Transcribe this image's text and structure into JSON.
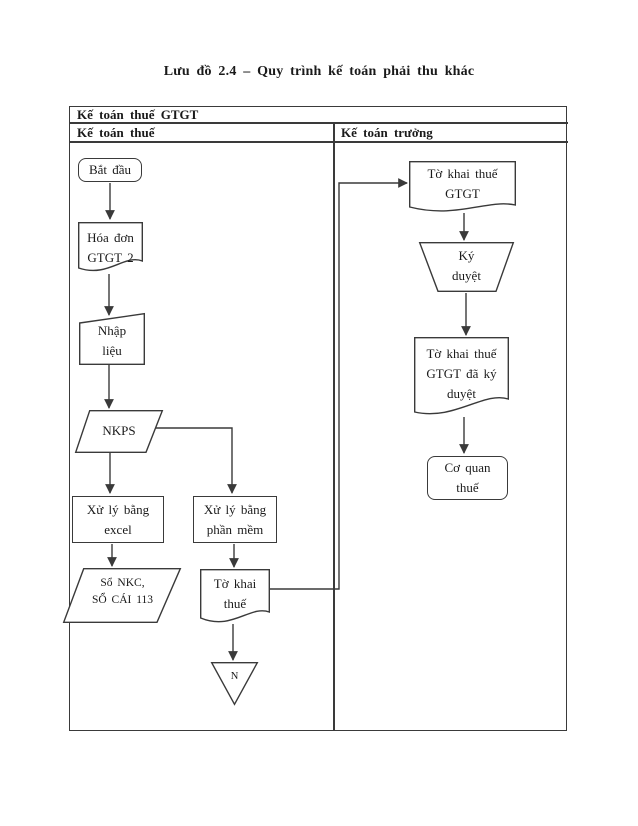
{
  "title": "Lưu đồ 2.4 – Quy trình kế toán phải thu khác",
  "table": {
    "header": "Kế toán thuế GTGT",
    "col_left": "Kế toán thuế",
    "col_right": "Kế toán trưởng"
  },
  "nodes": {
    "start": {
      "l1": "Bắt đầu"
    },
    "invoice": {
      "l1": "Hóa đơn",
      "l2": "GTGT 2"
    },
    "input": {
      "l1": "Nhập",
      "l2": "liệu"
    },
    "nkps": {
      "l1": "NKPS"
    },
    "excel": {
      "l1": "Xử lý bằng",
      "l2": "excel"
    },
    "software": {
      "l1": "Xử lý bằng",
      "l2": "phần mềm"
    },
    "ledger": {
      "l1": "Sổ NKC,",
      "l2": "SỔ CÁI 113"
    },
    "tax_return": {
      "l1": "Tờ khai",
      "l2": "thuế"
    },
    "offpage": {
      "l1": "N"
    },
    "tax_return_gtgt": {
      "l1": "Tờ khai thuế",
      "l2": "GTGT"
    },
    "approval": {
      "l1": "Ký",
      "l2": "duyệt"
    },
    "approved_return": {
      "l1": "Tờ khai thuế",
      "l2": "GTGT đã ký",
      "l3": "duyệt"
    },
    "tax_authority": {
      "l1": "Cơ quan",
      "l2": "thuế"
    }
  },
  "colors": {
    "line": "#3a3a3a",
    "text": "#1a1a1a",
    "background": "#ffffff"
  }
}
